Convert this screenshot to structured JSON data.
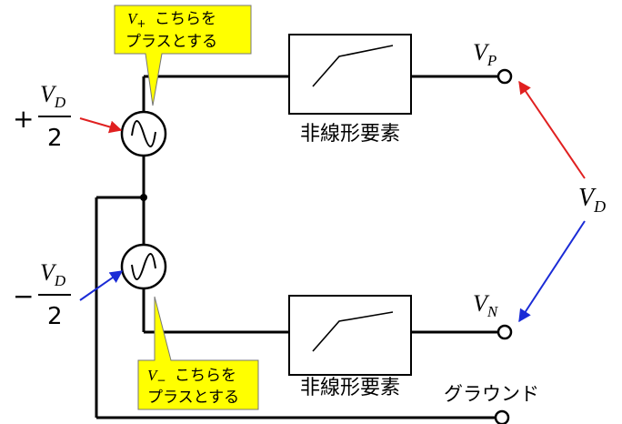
{
  "callout_top": {
    "sym": "V",
    "sub": "+",
    "line1": "こちらを",
    "line2": "プラスとする"
  },
  "callout_bottom": {
    "sym": "V",
    "sub": "−",
    "line1": "こちらを",
    "line2": "プラスとする"
  },
  "source_top": {
    "sign": "+",
    "num_sym": "V",
    "num_sub": "D",
    "den": "2"
  },
  "source_bottom": {
    "sign": "−",
    "num_sym": "V",
    "num_sub": "D",
    "den": "2"
  },
  "nonlinear_top_label": "非線形要素",
  "nonlinear_bottom_label": "非線形要素",
  "terminal_p": {
    "sym": "V",
    "sub": "P"
  },
  "terminal_n": {
    "sym": "V",
    "sub": "N"
  },
  "terminal_ground": "グラウンド",
  "vd_label": {
    "sym": "V",
    "sub": "D"
  },
  "colors": {
    "callout": "#ffff00",
    "arrow_red": "#e02020",
    "arrow_blue": "#1a2bd6",
    "wire": "#000000"
  }
}
